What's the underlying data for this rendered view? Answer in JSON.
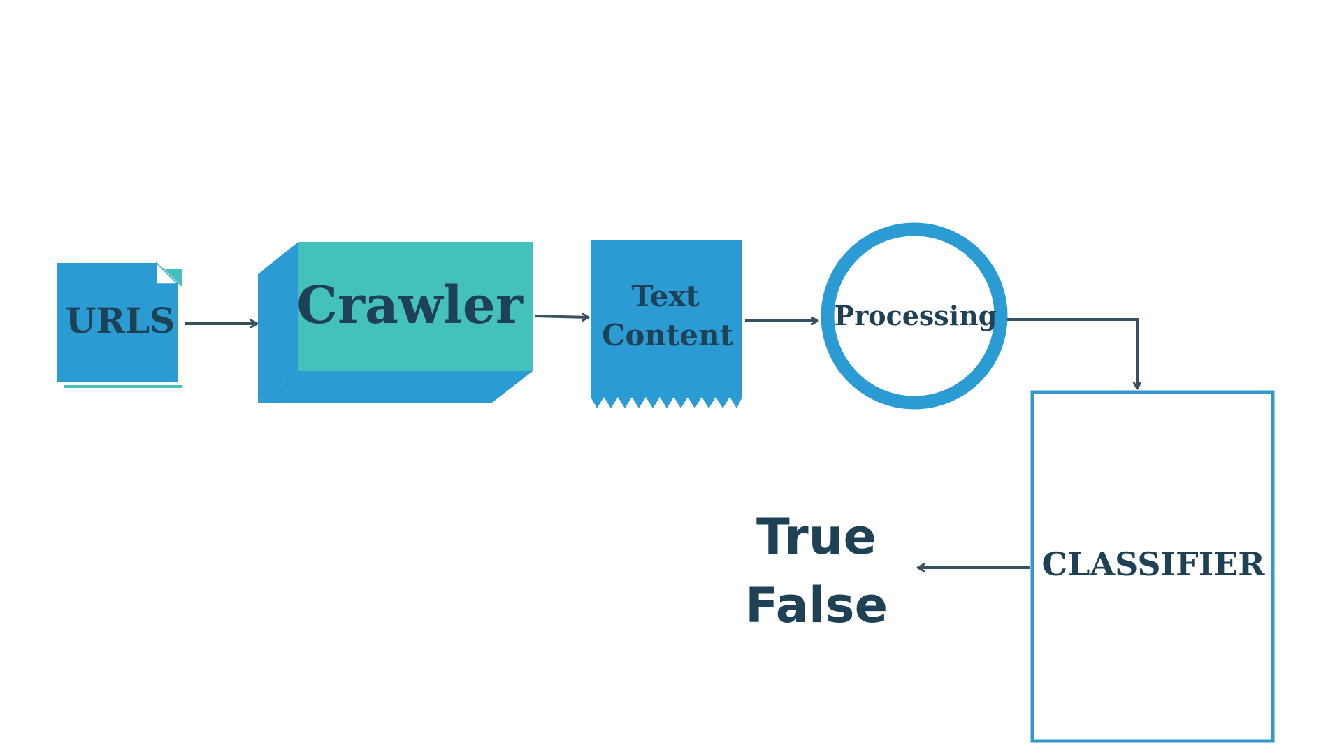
{
  "nodes": {
    "urls": {
      "label": "URLS"
    },
    "crawler": {
      "label": "Crawler"
    },
    "text_content": {
      "line1": "Text",
      "line2": "Content"
    },
    "processing": {
      "label": "Processing"
    },
    "classifier": {
      "label": "CLASSIFIER"
    }
  },
  "output": {
    "true_label": "True",
    "false_label": "False"
  },
  "colors": {
    "blue": "#2b9bd3",
    "teal": "#44c1bb",
    "text": "#1e4156",
    "arrow": "#37515f",
    "outline": "#3399cc"
  }
}
